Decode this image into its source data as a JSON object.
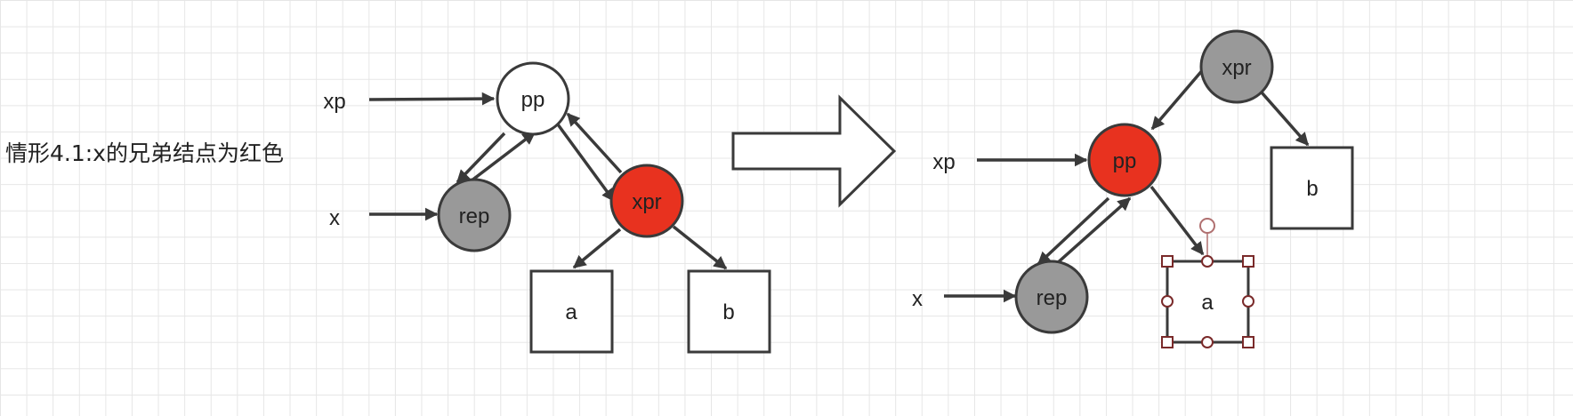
{
  "caption": "情形4.1:x的兄弟结点为红色",
  "colors": {
    "red": "#e8321f",
    "gray": "#999999",
    "white": "#ffffff",
    "stroke": "#3a3a3a",
    "selection": "#7a2a2a"
  },
  "before": {
    "pointer_xp": "xp",
    "pointer_x": "x",
    "node_pp": "pp",
    "node_rep": "rep",
    "node_xpr": "xpr",
    "leaf_a": "a",
    "leaf_b": "b"
  },
  "after": {
    "pointer_xp": "xp",
    "pointer_x": "x",
    "node_xpr": "xpr",
    "node_pp": "pp",
    "node_rep": "rep",
    "leaf_a": "a",
    "leaf_b": "b"
  }
}
